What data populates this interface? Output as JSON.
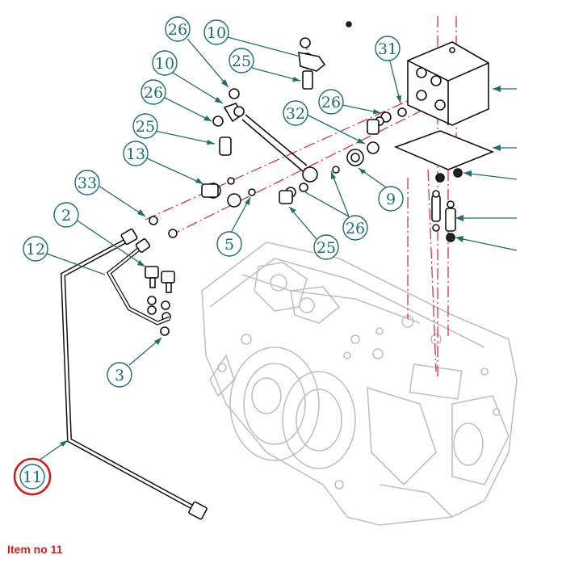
{
  "colors": {
    "callout": "#1d6e6e",
    "highlight": "#d0201a",
    "centerline": "#e0203a",
    "part_line": "#111111",
    "housing_line": "#c8c8c8"
  },
  "callouts": {
    "c26a": "26",
    "c10a": "10",
    "c25a": "25",
    "c10b": "10",
    "c26b": "26",
    "c25b": "25",
    "c13": "13",
    "c33": "33",
    "c2": "2",
    "c12": "12",
    "c3": "3",
    "c31": "31",
    "c26c": "26",
    "c32": "32",
    "c9": "9",
    "c26d": "26",
    "c5": "5",
    "c25c": "25",
    "c11": "11"
  },
  "highlighted_item": "11",
  "caption": "Item no 11"
}
